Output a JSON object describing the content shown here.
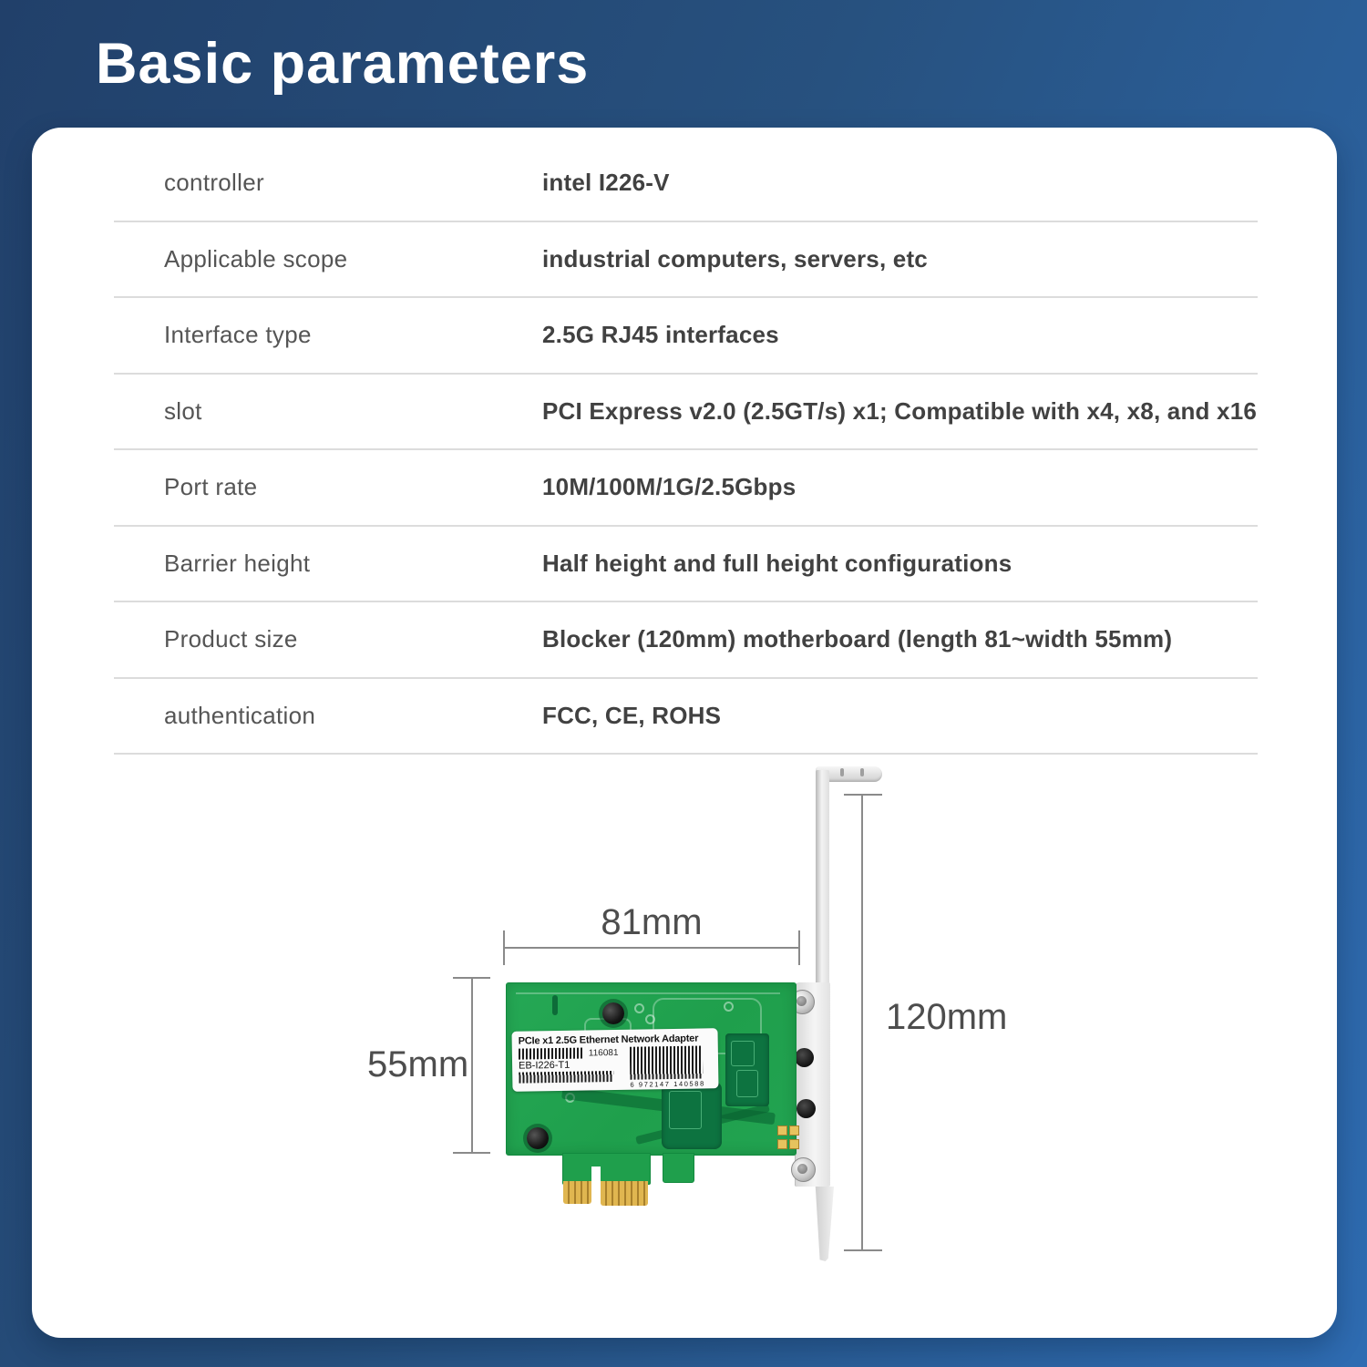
{
  "header": {
    "title": "Basic parameters"
  },
  "table": {
    "rows": [
      {
        "label": "controller",
        "value": "intel I226-V"
      },
      {
        "label": "Applicable scope",
        "value": "industrial computers, servers, etc"
      },
      {
        "label": "Interface type",
        "value": "2.5G RJ45 interfaces"
      },
      {
        "label": "slot",
        "value": "PCI Express v2.0 (2.5GT/s) x1; Compatible with x4, x8, and x16"
      },
      {
        "label": "Port rate",
        "value": "10M/100M/1G/2.5Gbps"
      },
      {
        "label": "Barrier height",
        "value": "Half height and full height configurations"
      },
      {
        "label": "Product size",
        "value": "Blocker (120mm) motherboard (length 81~width 55mm)"
      },
      {
        "label": "authentication",
        "value": "FCC, CE, ROHS"
      }
    ]
  },
  "figure": {
    "dimensions": {
      "board_length": "81mm",
      "board_width": "55mm",
      "bracket_height": "120mm"
    },
    "sticker": {
      "title": "PCIe x1 2.5G Ethernet Network Adapter",
      "code": "116081",
      "model": "EB-I226-T1",
      "barcode_number": "6 972147 140588"
    }
  },
  "colors": {
    "background_gradient_start": "#21406a",
    "background_gradient_end": "#2e6cb2",
    "panel": "#ffffff",
    "pcb_green": "#22a351",
    "gold_fingers": "#e0b650",
    "dimension_text": "#4d4d4d"
  }
}
